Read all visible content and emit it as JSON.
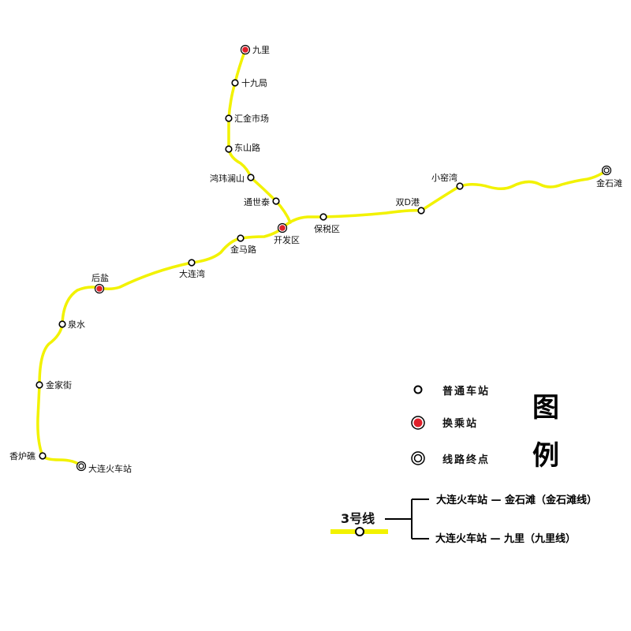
{
  "line_color": "#f2f200",
  "interchange_color": "#e0202a",
  "stations": {
    "jiuli": "九里",
    "shijiuju": "十九局",
    "huijin": "汇金市场",
    "dongshan": "东山路",
    "hongwei": "鸿玮澜山",
    "tongshitai": "通世泰",
    "kaifaqu": "开发区",
    "baoshuiqu": "保税区",
    "shuangdgang": "双D港",
    "xiaoyaowan": "小窑湾",
    "jinshitan": "金石滩",
    "jinmalu": "金马路",
    "dalianwan": "大连湾",
    "houyan": "后盐",
    "quanshui": "泉水",
    "jinjiajie": "金家街",
    "xianglujiao": "香炉礁",
    "dalianhuochezhan": "大连火车站"
  },
  "legend": {
    "title_1": "图",
    "title_2": "例",
    "normal_station": "普通车站",
    "interchange_station": "换乘站",
    "terminal": "线路终点",
    "line_name": "3号线",
    "route_1": "大连火车站 — 金石滩（金石滩线）",
    "route_2": "大连火车站 — 九里（九里线）"
  }
}
